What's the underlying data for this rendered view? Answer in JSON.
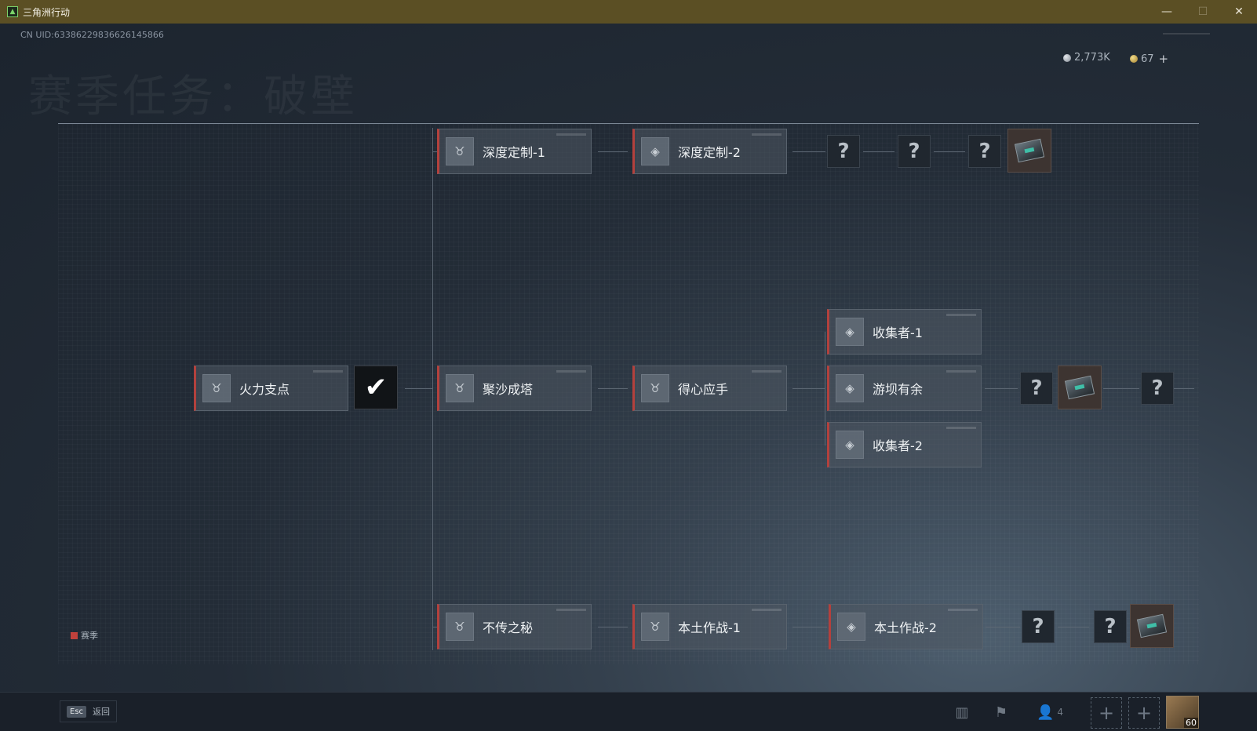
{
  "window": {
    "title": "三角洲行动",
    "minimize": "—",
    "maximize": "☐",
    "close": "✕"
  },
  "header": {
    "uid": "CN UID:63386229836626145866",
    "bg_title": "赛季任务：破壁",
    "currency": [
      {
        "icon": "silver-coin-icon",
        "value": "2,773K"
      },
      {
        "icon": "gold-coin-icon",
        "value": "67"
      }
    ],
    "add": "+"
  },
  "tasks": {
    "depth_1": {
      "label": "深度定制-1",
      "icon": "medal-icon"
    },
    "depth_2": {
      "label": "深度定制-2",
      "icon": "diamond-target-icon"
    },
    "firepower": {
      "label": "火力支点",
      "icon": "medal-icon"
    },
    "sand_tower": {
      "label": "聚沙成塔",
      "icon": "medal-icon"
    },
    "skillful": {
      "label": "得心应手",
      "icon": "medal-icon"
    },
    "collector_1": {
      "label": "收集者-1",
      "icon": "diamond-target-icon"
    },
    "dam_surplus": {
      "label": "游坝有余",
      "icon": "diamond-target-icon"
    },
    "collector_2": {
      "label": "收集者-2",
      "icon": "diamond-target-icon"
    },
    "secret": {
      "label": "不传之秘",
      "icon": "medal-icon"
    },
    "local_1": {
      "label": "本土作战-1",
      "icon": "medal-icon"
    },
    "local_2": {
      "label": "本土作战-2",
      "icon": "diamond-target-icon"
    }
  },
  "locked_symbol": "?",
  "done_symbol": "✔",
  "legend": {
    "label": "赛季",
    "color": "#c0413c"
  },
  "bottom": {
    "esc_key": "Esc",
    "esc_label": "返回",
    "friends_count": "4",
    "slot_plus": "+",
    "avatar_level": "60"
  },
  "colors": {
    "titlebar": "#5b4f24",
    "accent_red": "#b3413d",
    "card": "#4e5863"
  }
}
